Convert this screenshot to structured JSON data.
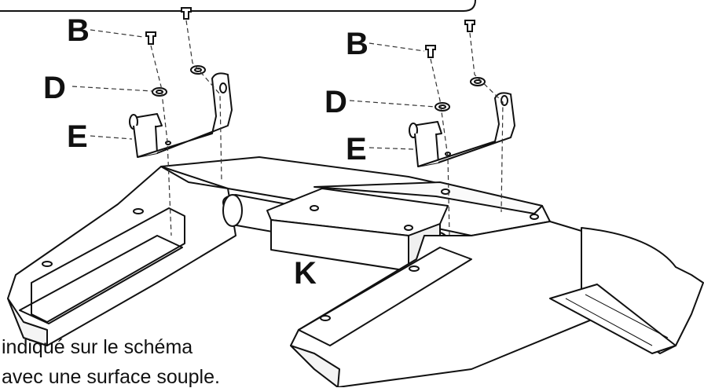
{
  "labels": {
    "b_left": "B",
    "d_left": "D",
    "e_left": "E",
    "b_right": "B",
    "d_right": "D",
    "e_right": "E",
    "k": "K"
  },
  "note_lines": [
    "indiqué sur le schéma",
    "avec une surface souple."
  ],
  "colors": {
    "line": "#111111",
    "fill": "#ffffff",
    "dash": "#333333"
  }
}
